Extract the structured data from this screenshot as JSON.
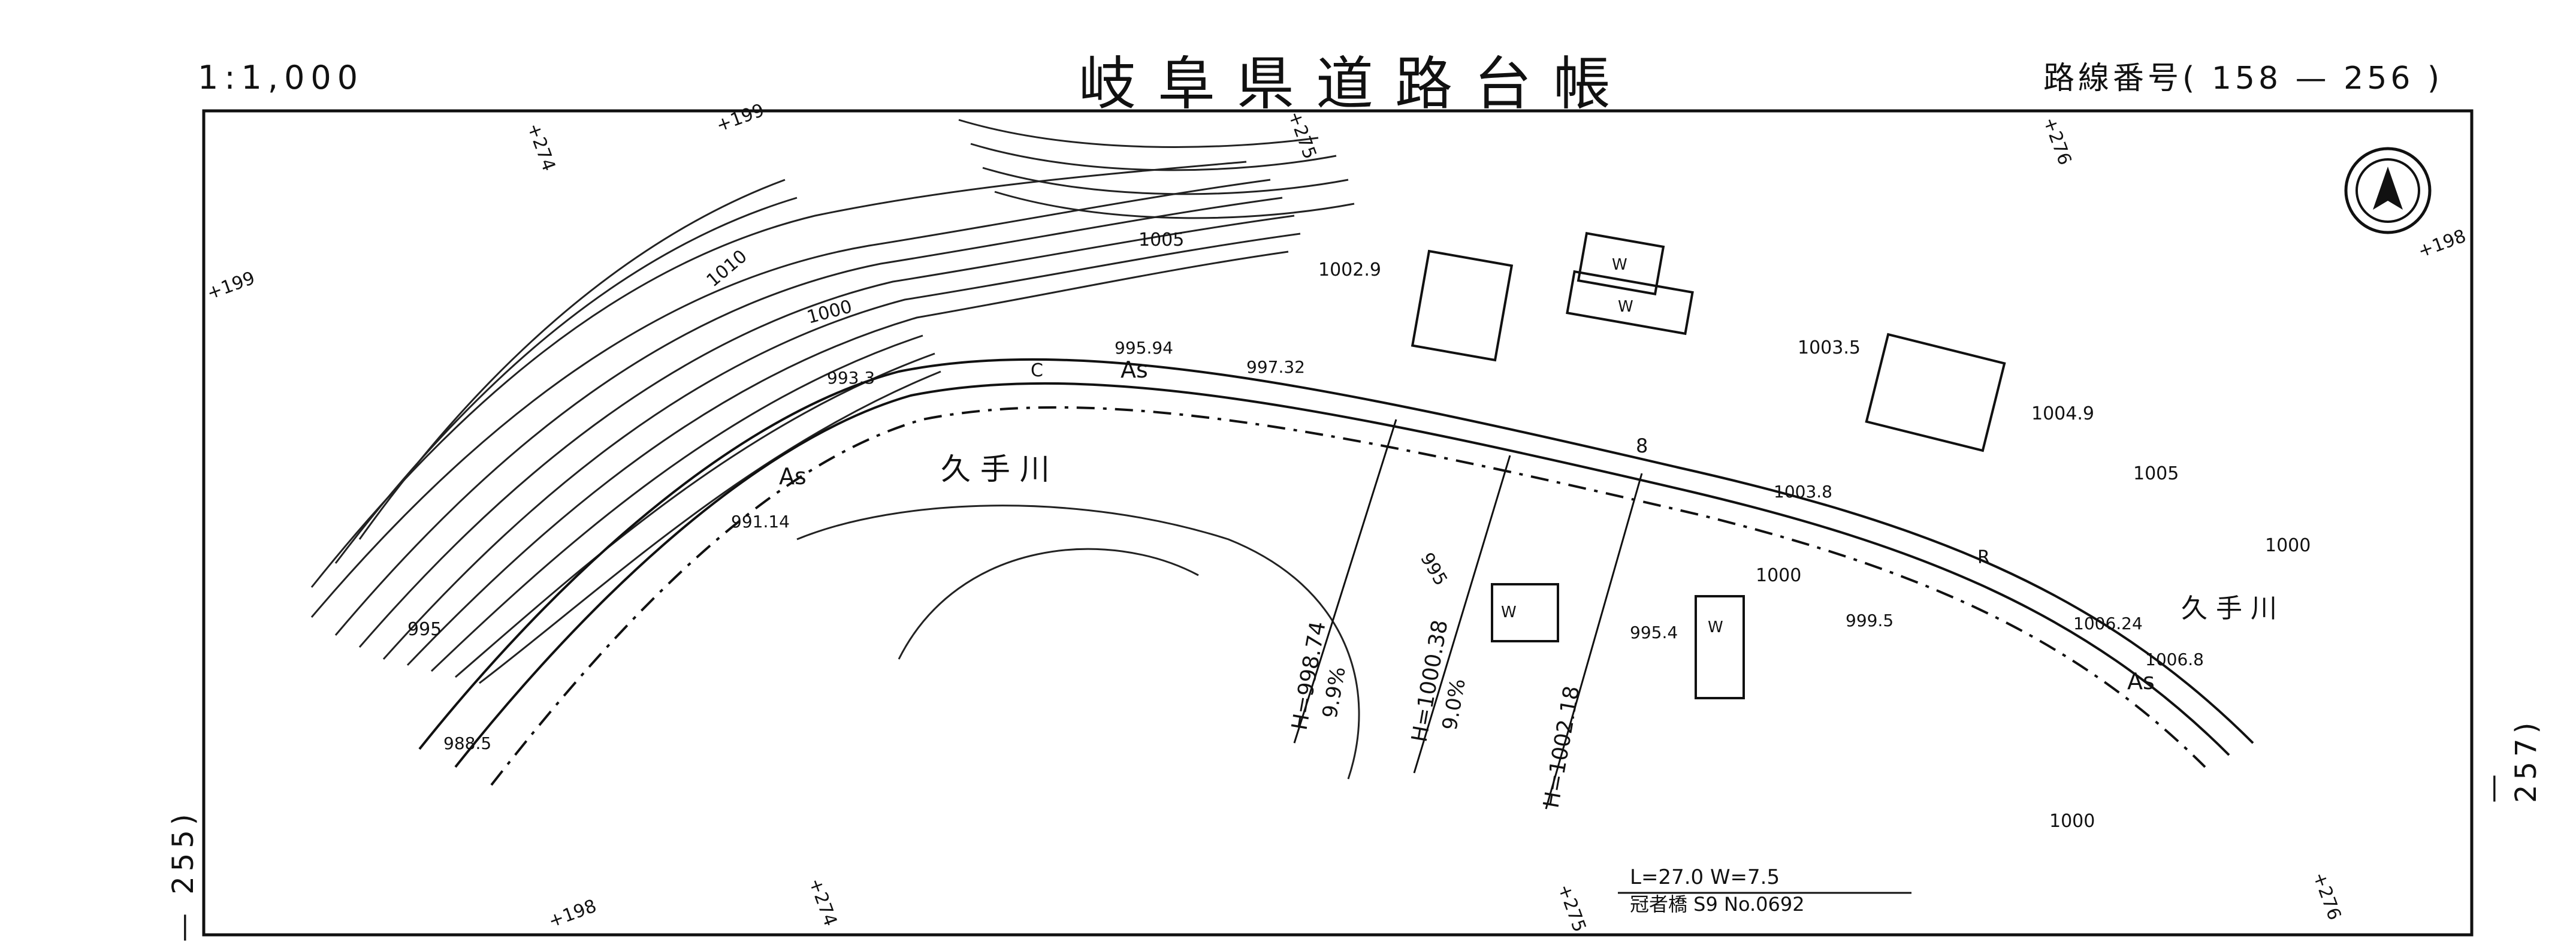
{
  "header": {
    "scale": "1:1,000",
    "title": "岐阜県道路台帳",
    "route_label": "路線番号",
    "route_numbers": "158 — 256"
  },
  "margins": {
    "left_sheet": "— 255)",
    "right_sheet": "— 257)"
  },
  "map": {
    "river_name_left": "久 手 川",
    "river_name_right": "久 手 川",
    "pavement_label": "As",
    "channel_label": "C",
    "retaining_label": "R",
    "contours": [
      "1010",
      "1005",
      "1000",
      "995",
      "1005",
      "1000",
      "1000",
      "995",
      "1000"
    ],
    "spot_heights": [
      "1002.9",
      "1003.5",
      "1004.9",
      "995.94",
      "997.32",
      "993.3",
      "991.14",
      "988.5",
      "995.4",
      "999.5",
      "1003.8",
      "1006.24",
      "1006.8"
    ],
    "section_marker": "8",
    "grades": [
      {
        "elev": "H=998.74",
        "slope": "9.9%"
      },
      {
        "elev": "H=1000.38",
        "slope": "9.0%"
      },
      {
        "elev": "H=1002.18",
        "slope": ""
      }
    ],
    "survey_points": [
      "+274",
      "+199",
      "+275",
      "+276",
      "+198",
      "+199",
      "+198",
      "+274",
      "+275",
      "+276"
    ],
    "bridge": {
      "dims": "L=27.0 W=7.5",
      "name": "冠者橋 S9 No.0692"
    },
    "building_mark": "W"
  }
}
